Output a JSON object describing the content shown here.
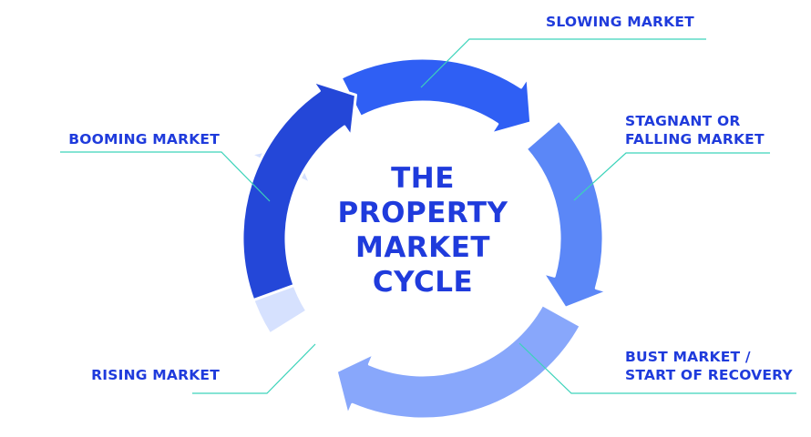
{
  "title_lines": [
    "THE",
    "PROPERTY",
    "MARKET",
    "CYCLE"
  ],
  "stages": [
    {
      "id": "slowing",
      "lines": [
        "SLOWING MARKET"
      ],
      "color": "#2f5ff4"
    },
    {
      "id": "stagnant",
      "lines": [
        "STAGNANT OR",
        "FALLING MARKET"
      ],
      "color": "#5b87f7"
    },
    {
      "id": "bust",
      "lines": [
        "BUST MARKET /",
        "START OF RECOVERY"
      ],
      "color": "#88a7fb"
    },
    {
      "id": "rising",
      "lines": [
        "RISING MARKET"
      ],
      "color": "#d6e1fe"
    },
    {
      "id": "booming",
      "lines": [
        "BOOMING MARKET"
      ],
      "color": "#2447d8"
    }
  ],
  "colors": {
    "text": "#1f3bdc",
    "leader": "#3cd3ba"
  }
}
